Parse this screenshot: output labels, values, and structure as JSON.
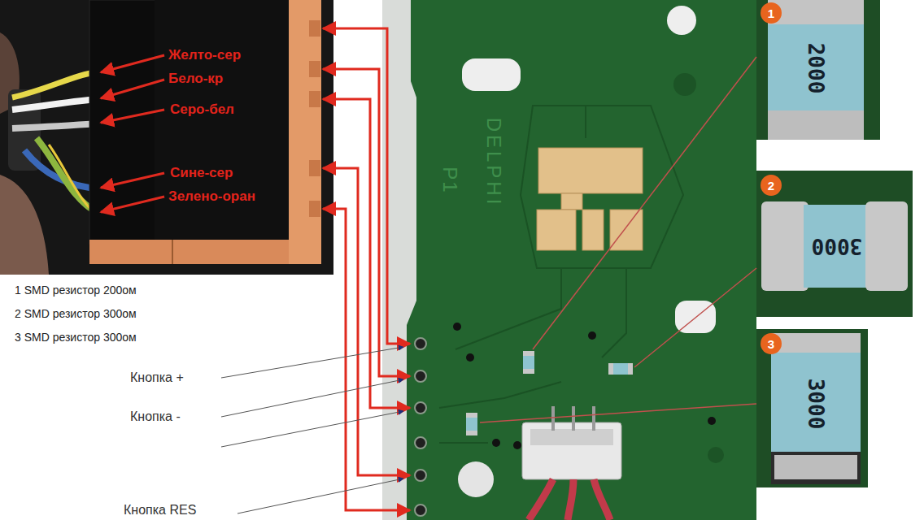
{
  "diagram": {
    "nodes": [
      {
        "text": [
          "2000"
        ]
      },
      {
        "text": [
          "1"
        ],
        "in": 0
      },
      {
        "text": [
          "3000"
        ]
      },
      {
        "text": [
          "2"
        ],
        "in": 2
      },
      {
        "text": [
          "3000"
        ]
      },
      {
        "text": [
          "3"
        ],
        "in": 4
      }
    ],
    "labels": [
      "Желто-сер",
      "Бело-кр",
      "Серо-бел",
      "Сине-сер",
      "Зелено-оран",
      "1 SMD резистор 200ом",
      "2 SMD резистор 300ом",
      "3 SMD резистор 300ом",
      "Кнопка +",
      "Кнопка -",
      "Кнопка RES",
      "DELPHI",
      "P1"
    ]
  }
}
